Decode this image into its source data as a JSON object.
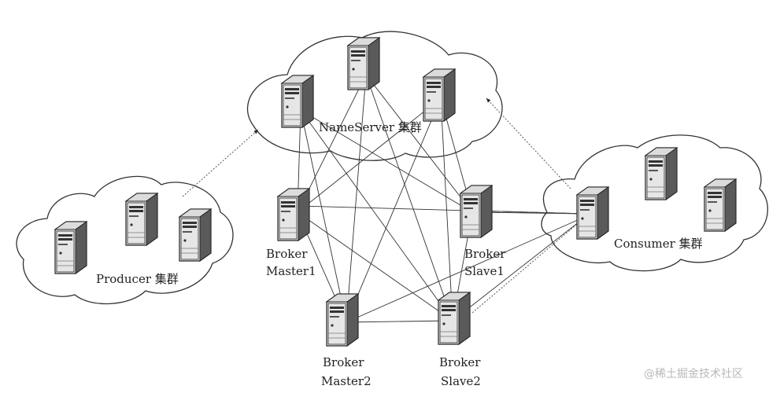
{
  "clusters": {
    "nameserver": "NameServer 集群",
    "producer": "Producer 集群",
    "consumer": "Consumer 集群"
  },
  "brokers": {
    "master1": [
      "Broker",
      "Master1"
    ],
    "slave1": [
      "Broker",
      "Slave1"
    ],
    "master2": [
      "Broker",
      "Master2"
    ],
    "slave2": [
      "Broker",
      "Slave2"
    ]
  },
  "watermark": "@稀土掘金技术社区",
  "icons": {
    "server": "server-icon"
  }
}
